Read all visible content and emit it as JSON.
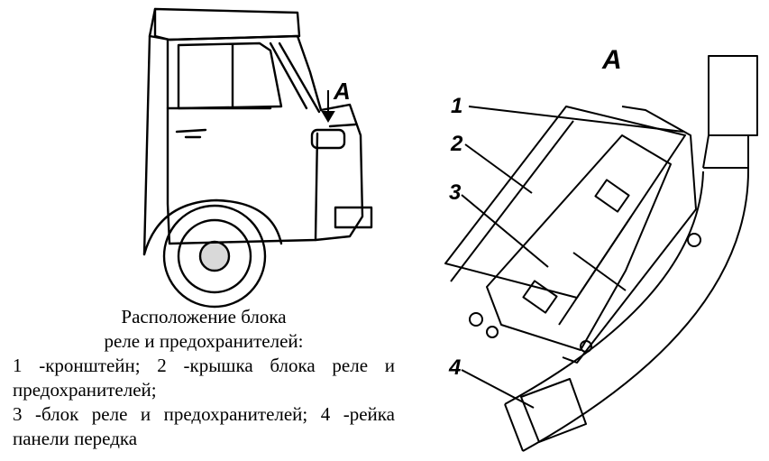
{
  "labels": {
    "view_marker_truck": "А",
    "view_marker_detail": "А",
    "callout_1": "1",
    "callout_2": "2",
    "callout_3": "3",
    "callout_4": "4"
  },
  "caption": {
    "title": "Расположение блока",
    "subtitle": "реле и предохранителей:",
    "legend_1": "1 -кронштейн; 2 -крышка блока реле и предохранителей;",
    "legend_2": "3 -блок реле и предохранителей; 4 -рейка панели передка"
  }
}
